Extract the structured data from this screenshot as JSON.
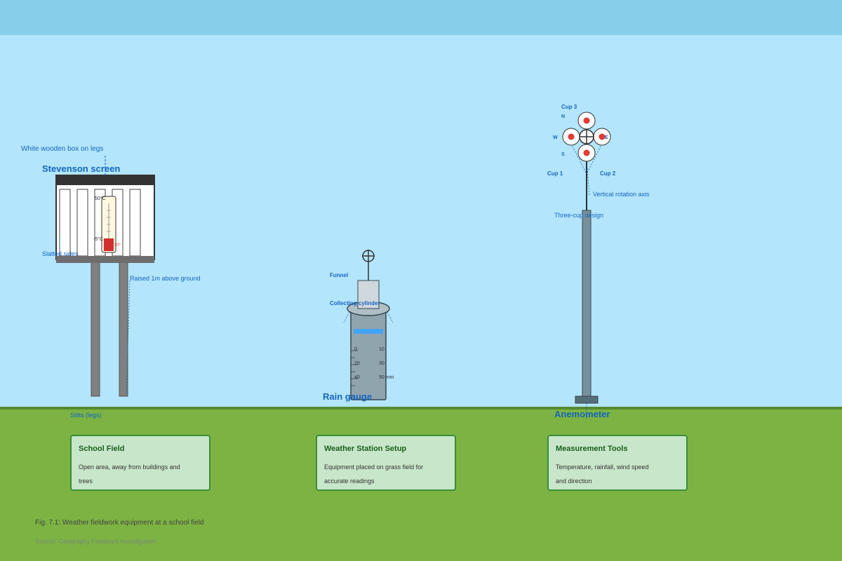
{
  "colors": {
    "sky_top": "#87ceeb",
    "sky": "#b3e5fc",
    "grass": "#7cb342",
    "grass_edge": "#558b2f",
    "label_blue": "#1565c0",
    "card_fill": "#c8e6c9",
    "card_border": "#388e3c",
    "card_title": "#1b5e20",
    "metal": "#78909c",
    "cup_red": "#e53935"
  },
  "stevenson": {
    "title": "Stevenson screen",
    "label_box": "White wooden box on legs",
    "label_slats": "Slatted sides",
    "label_raised": "Raised 1m above ground",
    "label_stilts": "Stilts (legs)",
    "therm_top": "50°C",
    "therm_bottom": "-5°C",
    "therm_reading": "20°"
  },
  "rain_gauge": {
    "title": "Rain gauge",
    "label_funnel": "Funnel",
    "label_cylinder": "Collecting cylinder",
    "scale_left": [
      "0",
      "20",
      "40"
    ],
    "scale_right": [
      "10",
      "30",
      "50 mm"
    ]
  },
  "anemometer": {
    "title": "Anemometer",
    "label_cup3": "Cup 3",
    "label_cup1": "Cup 1",
    "label_cup2": "Cup 2",
    "label_axis": "Vertical rotation axis",
    "label_design": "Three-cup design",
    "compass": {
      "n": "N",
      "s": "S",
      "e": "E",
      "w": "W"
    }
  },
  "cards": [
    {
      "title": "School Field",
      "body": "Open area, away from buildings and trees"
    },
    {
      "title": "Weather Station Setup",
      "body": "Equipment placed on grass field for accurate readings"
    },
    {
      "title": "Measurement Tools",
      "body": "Temperature, rainfall, wind speed and direction"
    }
  ],
  "caption": "Fig. 7.1: Weather fieldwork equipment at a school field",
  "source": "Source: Geography Fieldwork Investigation"
}
